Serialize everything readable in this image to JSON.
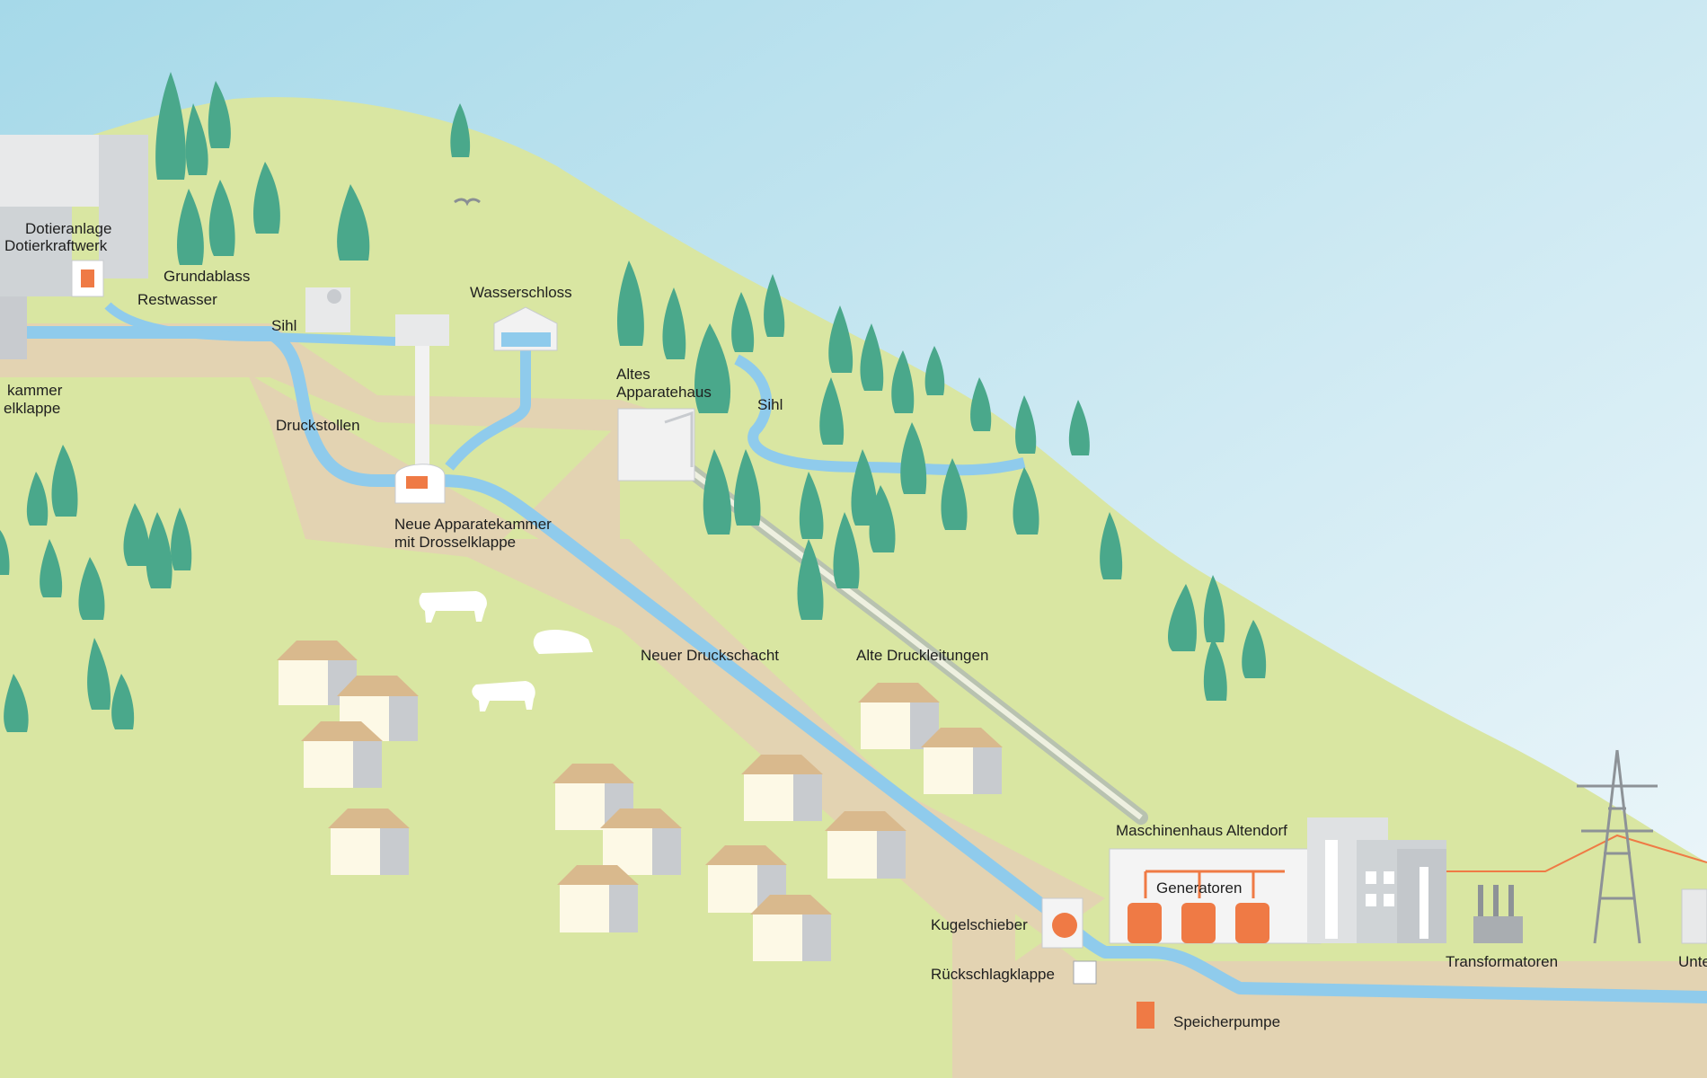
{
  "labels": {
    "dotieranlage": "Dotieranlage",
    "dotierkraftwerk": "Dotierkraftwerk",
    "grundablass": "Grundablass",
    "restwasser": "Restwasser",
    "sihl_top": "Sihl",
    "sihl_right": "Sihl",
    "wasserschloss": "Wasserschloss",
    "apparatekammer_left_1": "kammer",
    "apparatekammer_left_2": "elklappe",
    "druckstollen": "Druckstollen",
    "altes_apparatehaus_1": "Altes",
    "altes_apparatehaus_2": "Apparatehaus",
    "neue_apparatekammer_1": "Neue Apparatekammer",
    "neue_apparatekammer_2": "mit Drosselklappe",
    "neuer_druckschacht": "Neuer Druckschacht",
    "alte_druckleitungen": "Alte Druckleitungen",
    "maschinenhaus": "Maschinenhaus Altendorf",
    "generatoren": "Generatoren",
    "kugelschieber": "Kugelschieber",
    "rueckschlagklappe": "Rückschlagklappe",
    "speicherpumpe": "Speicherpumpe",
    "transformatoren": "Transformatoren",
    "unterwerk_partial": "Unte"
  },
  "colors": {
    "sky_top": "#a9dcea",
    "sky_bottom": "#eef7fb",
    "grass": "#d9e6a2",
    "soil": "#e3d3b2",
    "water": "#8fcbec",
    "water_stroke": "#6fb7e0",
    "tree": "#45a88a",
    "tree_light": "#6cc3a2",
    "building": "#f2f2f2",
    "building_shadow": "#c8cbcf",
    "house_wall": "#fdf9e6",
    "house_roof": "#d9b98d",
    "accent": "#ef7a45"
  }
}
